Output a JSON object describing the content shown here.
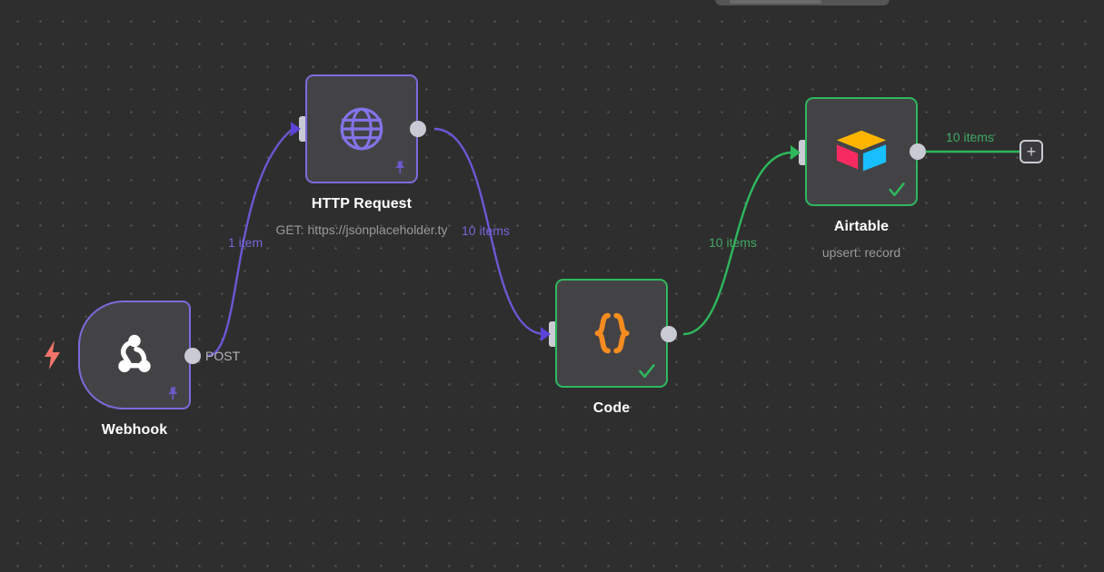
{
  "app": {
    "canvas_background": "#2e2e2e",
    "grid_dot_color": "#5a5a5a"
  },
  "colors": {
    "node_body": "#434346",
    "border_purple": "#7b6bdb",
    "border_green": "#2eb85c",
    "edge_purple": "#6a58d4",
    "edge_green": "#2eb85c",
    "label_purple": "#7466d6",
    "label_green": "#3fa862",
    "label_grey": "#b6b6ba",
    "connector_grey": "#c9cbd4",
    "pin_purple": "#6a5acd",
    "bolt_red": "#f3756a",
    "code_icon_orange": "#f68c1f",
    "airtable_yellow": "#fcb400",
    "airtable_red": "#f82b60",
    "airtable_blue": "#18bfff"
  },
  "nodes": [
    {
      "id": "webhook",
      "name": "Webhook",
      "subtitle": "",
      "icon": "webhook-icon",
      "status": "pinned",
      "output_label": "POST",
      "is_trigger": true,
      "pinned": true
    },
    {
      "id": "http-request",
      "name": "HTTP Request",
      "subtitle": "GET: https://jsonplaceholder.ty",
      "icon": "globe-icon",
      "status": "pinned",
      "output_label": "",
      "is_trigger": false,
      "pinned": true
    },
    {
      "id": "code",
      "name": "Code",
      "subtitle": "",
      "icon": "code-braces-icon",
      "status": "success",
      "output_label": "",
      "is_trigger": false,
      "pinned": false
    },
    {
      "id": "airtable",
      "name": "Airtable",
      "subtitle": "upsert: record",
      "icon": "airtable-icon",
      "status": "success",
      "output_label": "",
      "is_trigger": false,
      "pinned": false
    }
  ],
  "connections": [
    {
      "id": "webhook-http",
      "from": "webhook",
      "to": "http-request",
      "label": "1 item",
      "color": "purple"
    },
    {
      "id": "http-code",
      "from": "http-request",
      "to": "code",
      "label": "10 items",
      "color": "purple"
    },
    {
      "id": "code-airtable",
      "from": "code",
      "to": "airtable",
      "label": "10 items",
      "color": "green"
    },
    {
      "id": "airtable-add",
      "from": "airtable",
      "to": "add-button",
      "label": "10 items",
      "color": "green"
    }
  ],
  "buttons": {
    "add_node": "+"
  }
}
